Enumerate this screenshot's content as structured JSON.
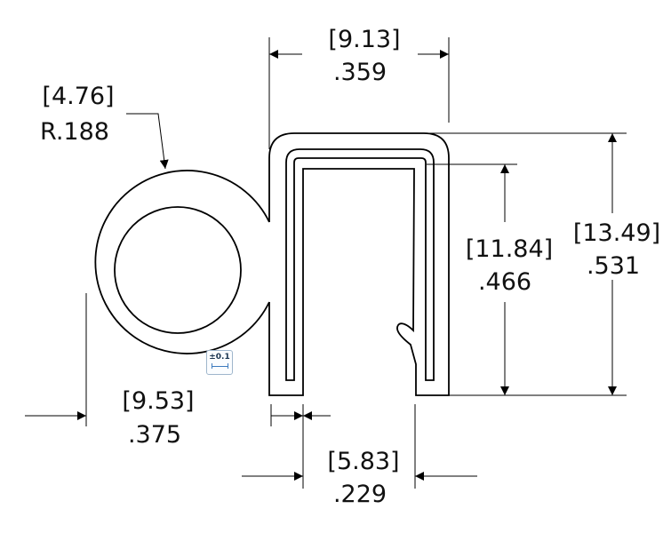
{
  "dimensions": {
    "radius": {
      "metric": "[4.76]",
      "imperial": "R.188"
    },
    "clip_width": {
      "metric": "[9.13]",
      "imperial": ".359"
    },
    "inner_height": {
      "metric": "[11.84]",
      "imperial": ".466"
    },
    "overall_height": {
      "metric": "[13.49]",
      "imperial": ".531"
    },
    "bulb_to_clip": {
      "metric": "[9.53]",
      "imperial": ".375"
    },
    "channel_opening": {
      "metric": "[5.83]",
      "imperial": ".229"
    }
  },
  "tolerance_badge": {
    "label": "±0.1",
    "icon": "tolerance-icon"
  },
  "colors": {
    "line": "#000000",
    "background": "#ffffff"
  }
}
